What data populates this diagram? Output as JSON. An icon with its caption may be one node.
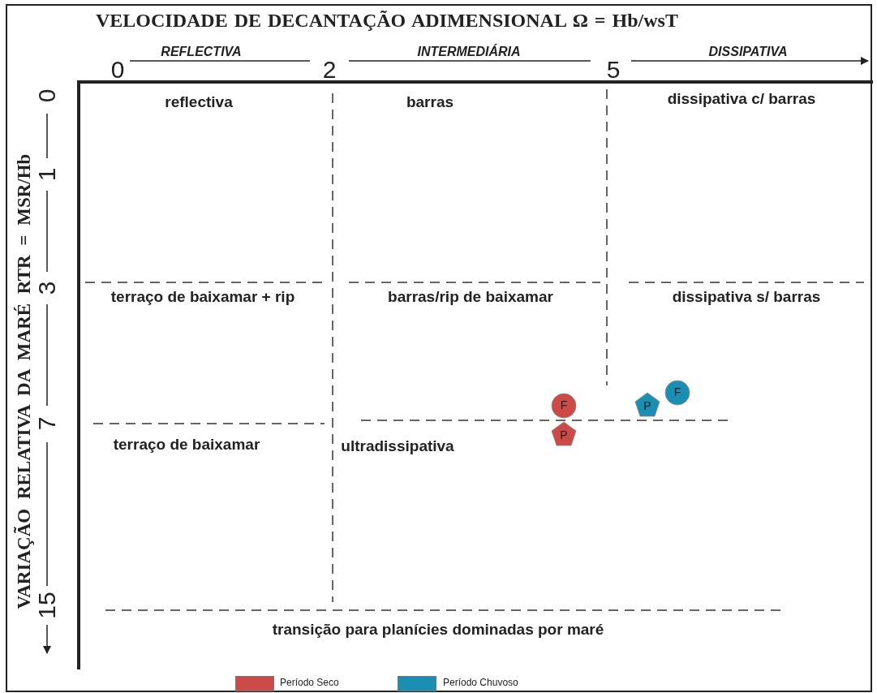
{
  "diagram": {
    "title": "VELOCIDADE DE DECANTAÇÃO ADIMENSIONAL Ω = Hb/wsT",
    "nodes": [
      {
        "text": [
          "F"
        ]
      },
      {
        "text": [
          "P"
        ]
      },
      {
        "text": [
          "P"
        ]
      },
      {
        "text": [
          "F"
        ]
      }
    ],
    "labels": [
      "0",
      "REFLECTIVA",
      "2",
      "INTERMEDIÁRIA",
      "5",
      "DISSIPATIVA",
      "VARIAÇÃO RELATIVA DA MARÉ RTR = MSR/Hb",
      "0",
      "1",
      "3",
      "7",
      "15",
      "reflectiva",
      "barras",
      "dissipativa c/ barras",
      "terraço de baixamar + rip",
      "barras/rip de baixamar",
      "dissipativa s/ barras",
      "terraço de baixamar",
      "ultradissipativa",
      "transição para planícies dominadas por maré"
    ],
    "legend": [
      {
        "text": "Período Seco",
        "color": "#cc4a47"
      },
      {
        "text": "Período Chuvoso",
        "color": "#1a8fb3"
      }
    ]
  }
}
